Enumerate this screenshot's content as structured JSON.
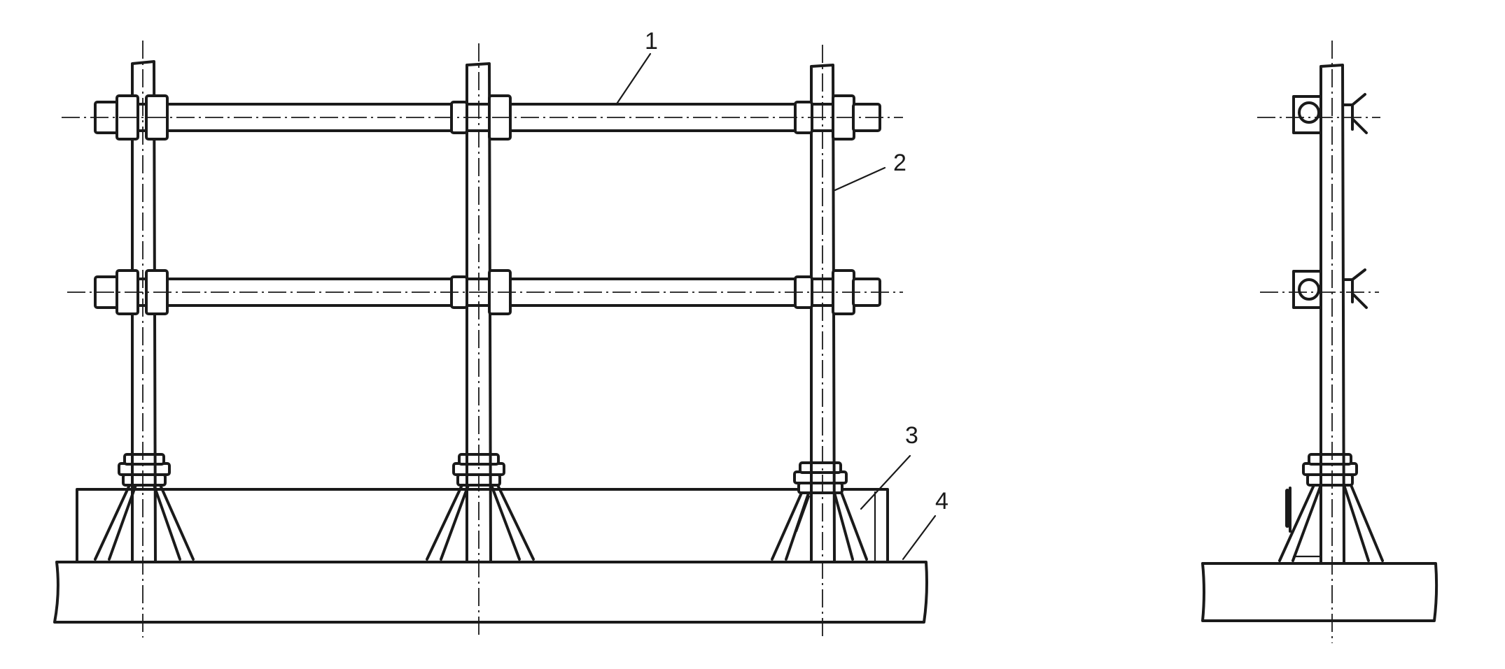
{
  "callouts": [
    {
      "id": "rail",
      "label": "1"
    },
    {
      "id": "post",
      "label": "2"
    },
    {
      "id": "strut-support",
      "label": "3"
    },
    {
      "id": "floor-slab",
      "label": "4"
    }
  ]
}
